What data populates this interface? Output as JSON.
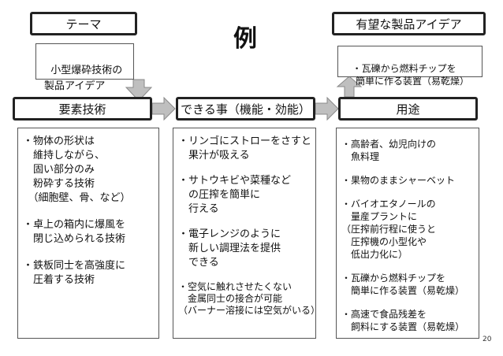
{
  "title": "例",
  "page_number": "20",
  "theme_label": "テーマ",
  "theme_text": "小型爆砕技術の\n製品アイデア",
  "product_label": "有望な製品アイデア",
  "product_text": "・瓦礫から燃料チップを\n　簡単に作る装置（易乾燥）",
  "elements_label": "要素技術",
  "capability_label": "できる事（機能・効能）",
  "uses_label": "用途",
  "elements": [
    "・物体の形状は\n　維持しながら、\n　固い部分のみ\n　粉砕する技術\n　（細胞壁、骨、など）",
    "・卓上の箱内に爆風を\n　閉じ込められる技術",
    "・鉄板同士を高強度に\n　圧着する技術"
  ],
  "capabilities": [
    "・リンゴにストローをさすと\n　果汁が吸える",
    "・サトウキビや菜種など\n　の圧搾を簡単に\n　行える",
    "・電子レンジのように\n　新しい調理法を提供\n　できる",
    "・空気に触れさせたくない\n　金属同士の接合が可能\n（バーナー溶接には空気がいる）"
  ],
  "uses": [
    "・高齢者、幼児向けの\n　魚料理",
    "・果物のままシャーベット",
    "・バイオエタノールの\n　量産プラントに\n（圧搾前行程に使うと\n　圧搾機の小型化や\n　低出力化に）",
    "・瓦礫から燃料チップを\n　簡単に作る装置（易乾燥）",
    "・高速で食品残差を\n　飼料にする装置（易乾燥）"
  ],
  "colors": {
    "arrow_fill": "#bfbfbf",
    "arrow_stroke": "#8a8a8a",
    "border": "#222222"
  }
}
